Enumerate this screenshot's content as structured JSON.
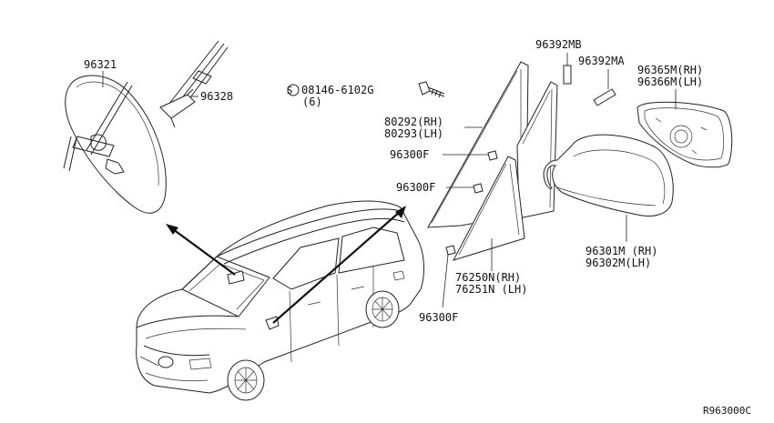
{
  "parts": {
    "inside_mirror": "96321",
    "mirror_cover": "96328",
    "bolt": "08146-6102G",
    "bolt_qty": "(6)",
    "bolt_symbol": "S",
    "seal_b": "96392MB",
    "seal_a": "96392MA",
    "glass_rh": "96365M(RH)",
    "glass_lh": "96366M(LH)",
    "corner_cover_rh": "80292(RH)",
    "corner_cover_lh": "80293(LH)",
    "clip_1": "96300F",
    "clip_2": "96300F",
    "clip_3": "96300F",
    "garnish_rh": "76250N(RH)",
    "garnish_lh": "76251N (LH)",
    "door_mirror_rh": "96301M (RH)",
    "door_mirror_lh": "96302M(LH)"
  },
  "diagram_code": "R963000C"
}
